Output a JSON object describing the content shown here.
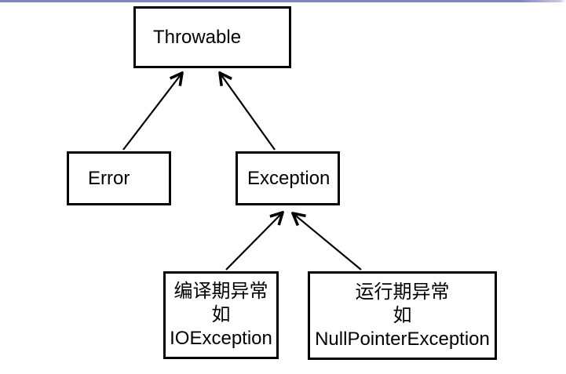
{
  "page": {
    "background_color": "#ffffff",
    "top_rule_color": "#8184c7",
    "diagram_line_color": "#000000"
  },
  "diagram": {
    "nodes": {
      "throwable": {
        "label": "Throwable"
      },
      "error": {
        "label": "Error"
      },
      "exception": {
        "label": "Exception"
      },
      "compile_time": {
        "line1": "编译期异常",
        "line2": "如",
        "line3": "IOException"
      },
      "runtime": {
        "line1": "运行期异常",
        "line2": "如",
        "line3": "NullPointerException"
      }
    },
    "arrows": [
      {
        "from": "error",
        "to": "throwable"
      },
      {
        "from": "exception",
        "to": "throwable"
      },
      {
        "from": "compile_time",
        "to": "exception"
      },
      {
        "from": "runtime",
        "to": "exception"
      }
    ]
  }
}
